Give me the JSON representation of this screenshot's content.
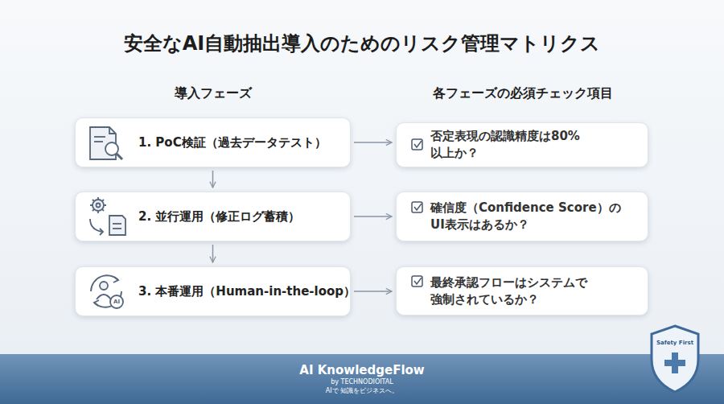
{
  "diagram": {
    "title": "安全なAI自動抽出導入のためのリスク管理マトリクス",
    "nodes": [
      {
        "text": [
          "1. PoC検証（過去データテスト）"
        ]
      },
      {
        "text": [
          "否定表現の認識精度は80%以上か？"
        ]
      },
      {
        "text": [
          "2. 並行運用（修正ログ蓄積）"
        ]
      },
      {
        "text": [
          "確信度（Confidence Score）の UI表示はあるか？"
        ]
      },
      {
        "text": [
          "3. 本番運用（Human-in-the-loop）"
        ]
      },
      {
        "text": [
          "最終承認フローはシステムで 強制されているか？"
        ]
      },
      {
        "text": [
          "AI KnowledgeFlow",
          "by TECHNODIOITAL",
          "AIで 知識をビジネスへ。"
        ]
      },
      {
        "text": [
          "Safety First"
        ]
      }
    ],
    "edges": [
      {
        "from": 0,
        "to": 2,
        "arrow": "to"
      },
      {
        "from": 2,
        "to": 4,
        "arrow": "to"
      },
      {
        "from": 0,
        "to": 1,
        "arrow": "to"
      },
      {
        "from": 2,
        "to": 3,
        "arrow": "to"
      },
      {
        "from": 4,
        "to": 5,
        "arrow": "to"
      }
    ],
    "labels": [
      "導入フェーズ",
      "各フェーズの必須チェック項目",
      "AI"
    ]
  }
}
